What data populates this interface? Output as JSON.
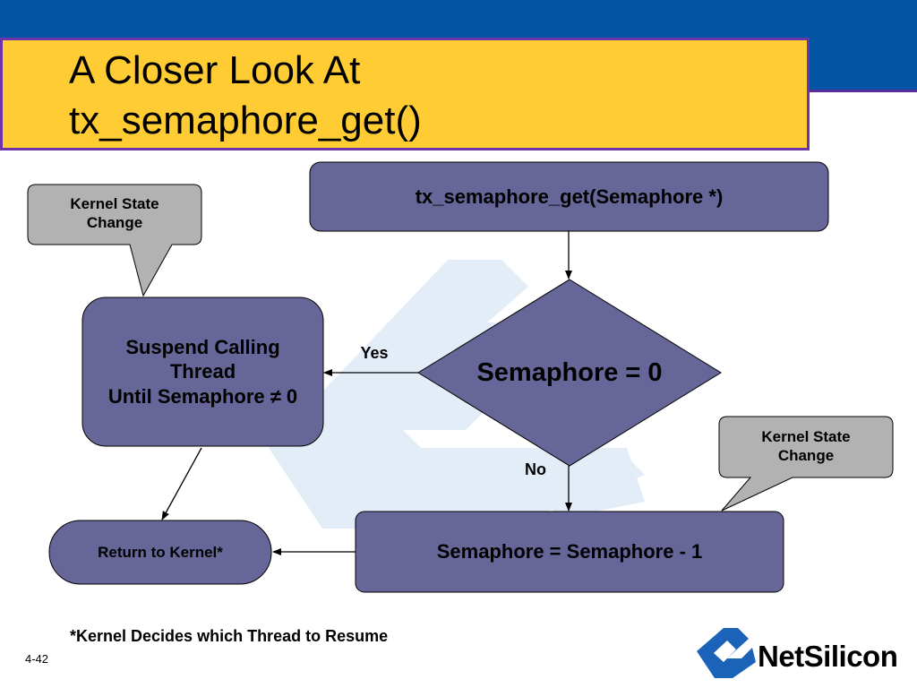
{
  "slide": {
    "title_line1": "A Closer Look At",
    "title_line2": "tx_semaphore_get()",
    "footnote": "*Kernel Decides which Thread to Resume",
    "page_number": "4-42",
    "logo_text": "NetSilicon"
  },
  "nodes": {
    "start": "tx_semaphore_get(Semaphore *)",
    "decision": "Semaphore = 0",
    "suspend_line1": "Suspend Calling",
    "suspend_line2": "Thread",
    "suspend_line3": "Until Semaphore ≠ 0",
    "decrement": "Semaphore = Semaphore - 1",
    "return": "Return to Kernel*"
  },
  "edges": {
    "yes_label": "Yes",
    "no_label": "No"
  },
  "callouts": {
    "left_line1": "Kernel State",
    "left_line2": "Change",
    "right_line1": "Kernel State",
    "right_line2": "Change"
  },
  "colors": {
    "band": "#0454a4",
    "title_fill": "#ffcc33",
    "node_fill": "#666699",
    "callout_fill": "#b2b2b2"
  }
}
